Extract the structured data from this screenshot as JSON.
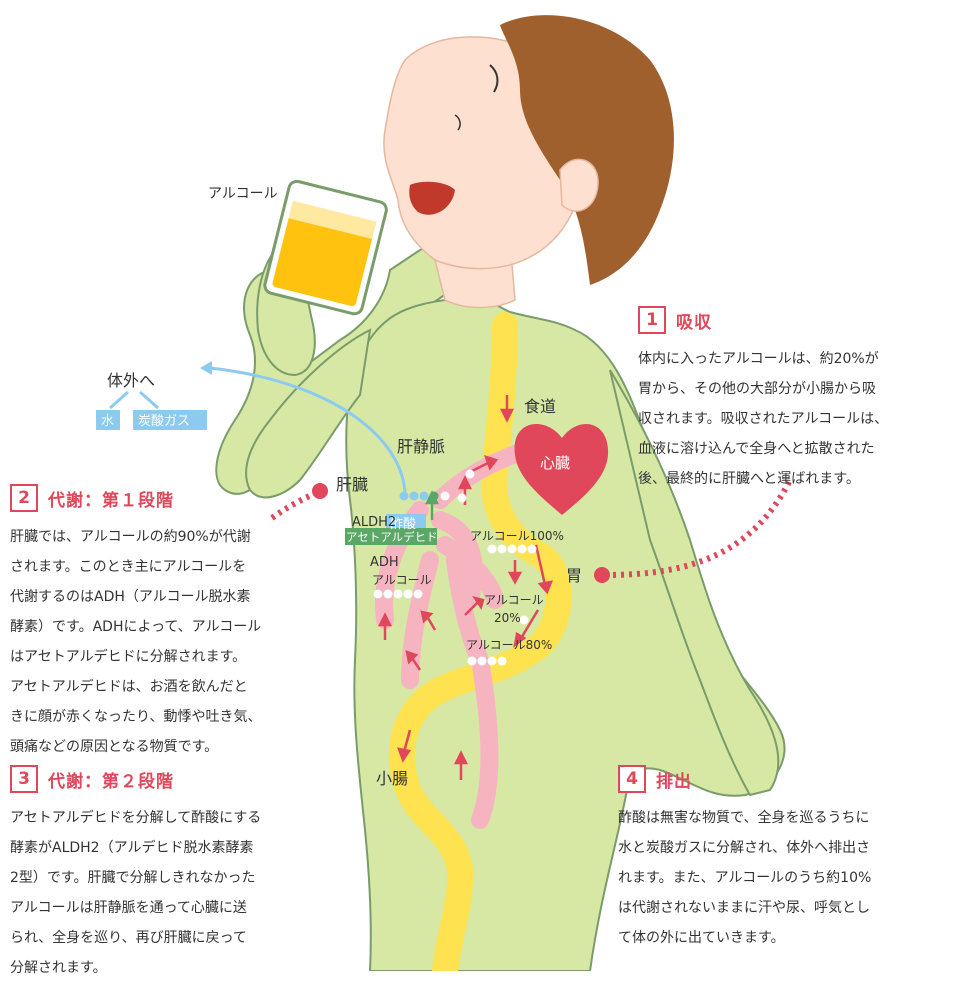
{
  "labels": {
    "alcohol_glass": "アルコール",
    "outside": "体外へ",
    "water": "水",
    "co2": "炭酸ガス",
    "hepatic_vein": "肝静脈",
    "esophagus": "食道",
    "heart": "心臓",
    "liver": "肝臓",
    "acetic_acid": "酢酸",
    "aldh2": "ALDH2",
    "acetaldehyde": "アセトアルデヒド",
    "adh": "ADH",
    "alcohol_liver": "アルコール",
    "alcohol_100": "アルコール100%",
    "alcohol_20_a": "アルコール",
    "alcohol_20_b": "20%",
    "alcohol_80": "アルコール80%",
    "stomach": "胃",
    "small_intestine": "小腸"
  },
  "sections": {
    "s1": {
      "num": "1",
      "title": "吸収",
      "lines": [
        "体内に入ったアルコールは、約20%が",
        "胃から、その他の大部分が小腸から吸",
        "収されます。吸収されたアルコールは、",
        "血液に溶け込んで全身へと拡散された",
        "後、最終的に肝臓へと運ばれます。"
      ]
    },
    "s2": {
      "num": "2",
      "title": "代謝：第１段階",
      "lines": [
        "肝臓では、アルコールの約90%が代謝",
        "されます。このとき主にアルコールを",
        "代謝するのはADH（アルコール脱水素",
        "酵素）です。ADHによって、アルコール",
        "はアセトアルデヒドに分解されます。",
        "アセトアルデヒドは、お酒を飲んだと",
        "きに顔が赤くなったり、動悸や吐き気、",
        "頭痛などの原因となる物質です。"
      ]
    },
    "s3": {
      "num": "3",
      "title": "代謝：第２段階",
      "lines": [
        "アセトアルデヒドを分解して酢酸にする",
        "酵素がALDH2（アルデヒド脱水素酵素",
        "2型）です。肝臓で分解しきれなかった",
        "アルコールは肝静脈を通って心臓に送",
        "られ、全身を巡り、再び肝臓に戻って",
        "分解されます。"
      ]
    },
    "s4": {
      "num": "4",
      "title": "排出",
      "lines": [
        "酢酸は無害な物質で、全身を巡るうちに",
        "水と炭酸ガスに分解され、体外へ排出さ",
        "れます。また、アルコールのうち約10%",
        "は代謝されないままに汗や尿、呼気とし",
        "て体の外に出ていきます。"
      ]
    }
  },
  "colors": {
    "body": "#d6e8a4",
    "outline": "#7a9b6a",
    "hair": "#a0602e",
    "skin": "#fde0cf",
    "yellow": "#ffe24f",
    "pink": "#f6b4c1",
    "red": "#e0475a",
    "blue": "#8ccbef",
    "green": "#5aa766"
  }
}
